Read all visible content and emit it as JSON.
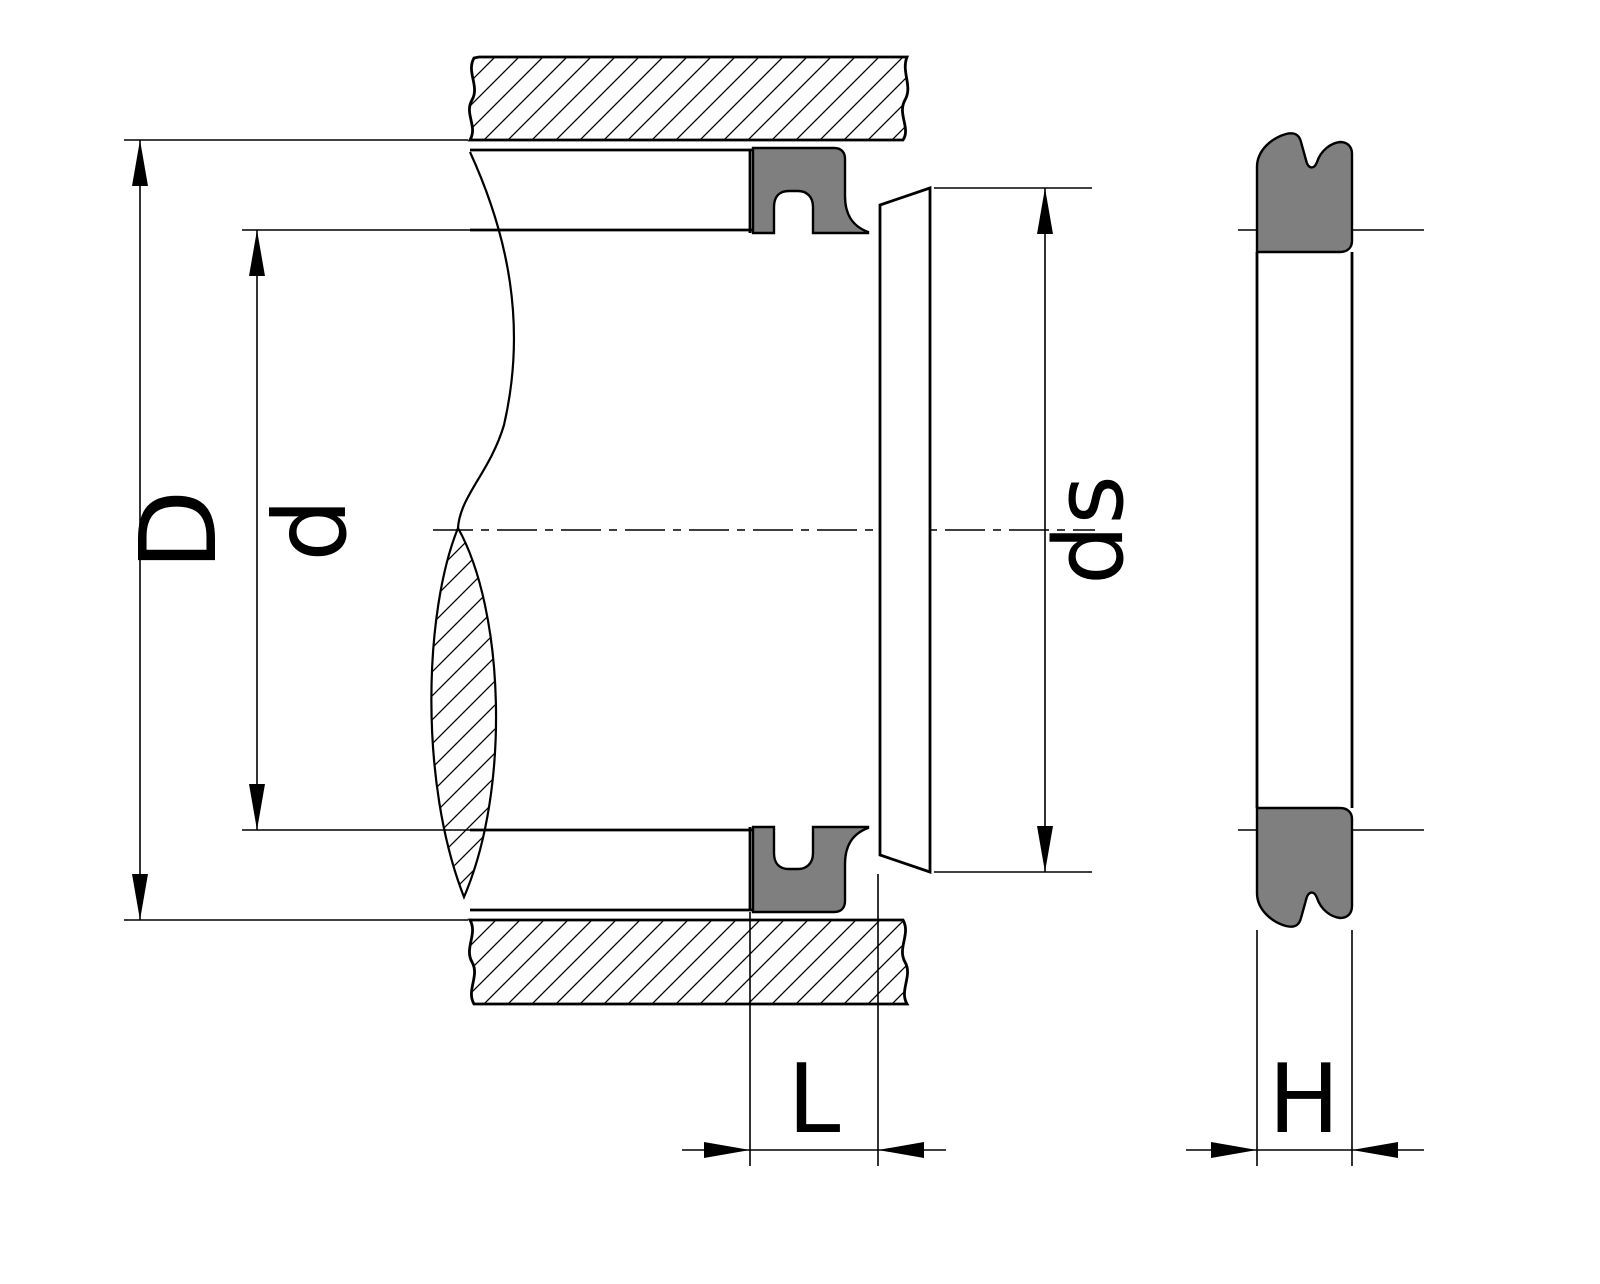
{
  "labels": {
    "D": "D",
    "d": "d",
    "ds": "ds",
    "L": "L",
    "H": "H"
  },
  "colors": {
    "background": "#ffffff",
    "line": "#000000",
    "seal_fill": "#7f7f7f"
  }
}
